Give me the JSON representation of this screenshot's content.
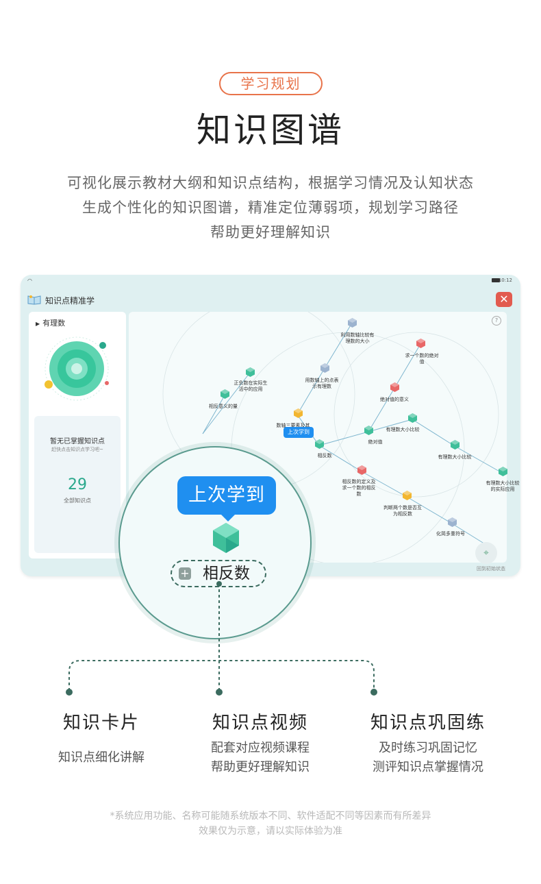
{
  "header": {
    "tag": "学习规划",
    "title": "知识图谱",
    "desc_lines": [
      "可视化展示教材大纲和知识点结构，根据学习情况及认知状态",
      "生成个性化的知识图谱，精准定位薄弱项，规划学习路径",
      "帮助更好理解知识"
    ]
  },
  "tablet": {
    "status_time": "10:12",
    "app_title": "知识点精准学",
    "close_label": "✕",
    "left_panel": {
      "title": "有理数",
      "empty_title": "暂无已掌握知识点",
      "empty_hint": "赶快点击知识点学习吧~",
      "count": "29",
      "count_label": "全部知识点"
    },
    "map": {
      "help": "?",
      "tip": "上次学到",
      "locate_label": "回到初始状态",
      "nodes": [
        {
          "label": "利用数轴比较有\n理数的大小",
          "color": "#9cb3cf"
        },
        {
          "label": "正负数在实际生\n活中的应用",
          "color": "#3fbf9a"
        },
        {
          "label": "用数轴上的点表\n示有理数",
          "color": "#9cb3cf"
        },
        {
          "label": "求一个数的绝对\n值",
          "color": "#e86767"
        },
        {
          "label": "相反意义的量",
          "color": "#3fbf9a"
        },
        {
          "label": "绝对值的意义",
          "color": "#e86767"
        },
        {
          "label": "数轴三要素及其\n画法",
          "color": "#f2b630"
        },
        {
          "label": "有理数大小比较",
          "color": "#3fbf9a"
        },
        {
          "label": "绝对值",
          "color": "#3fbf9a"
        },
        {
          "label": "相反数",
          "color": "#3fbf9a"
        },
        {
          "label": "有理数大小比较",
          "color": "#3fbf9a"
        },
        {
          "label": "相反数的定义及\n求一个数的相反\n数",
          "color": "#e86767"
        },
        {
          "label": "有理数大小比较\n的实际应用",
          "color": "#3fbf9a"
        },
        {
          "label": "判断两个数是否互\n为相反数",
          "color": "#f2b630"
        },
        {
          "label": "化简多重符号",
          "color": "#9cb3cf"
        }
      ]
    }
  },
  "magnifier": {
    "tip": "上次学到",
    "label": "相反数",
    "plus": "+"
  },
  "features": [
    {
      "title": "知识卡片",
      "desc": [
        "知识点细化讲解"
      ]
    },
    {
      "title": "知识点视频",
      "desc": [
        "配套对应视频课程",
        "帮助更好理解知识"
      ]
    },
    {
      "title": "知识点巩固练",
      "desc": [
        "及时练习巩固记忆",
        "测评知识点掌握情况"
      ]
    }
  ],
  "footnote": [
    "*系统应用功能、名称可能随系统版本不同、软件适配不同等因素而有所差异",
    "效果仅为示意，请以实际体验为准"
  ],
  "colors": {
    "accent_orange": "#e8734a",
    "tip_blue": "#1f8ff0",
    "teal": "#2aa88c",
    "close_red": "#e25b4f"
  }
}
